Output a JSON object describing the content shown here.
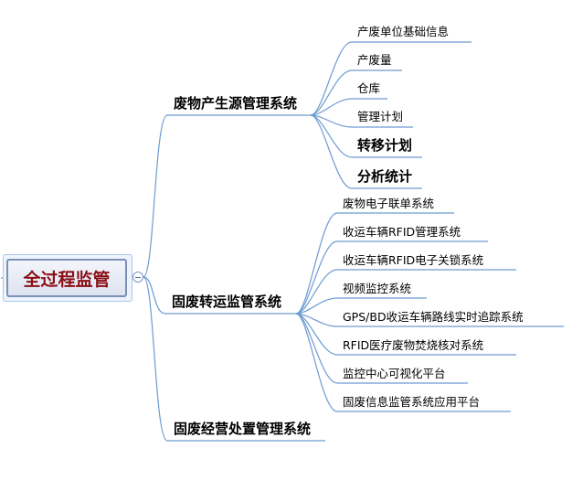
{
  "root": {
    "label": "全过程监管"
  },
  "branches": [
    {
      "label": "废物产生源管理系统",
      "children": [
        "产废单位基础信息",
        "产废量",
        "仓库",
        "管理计划",
        "转移计划",
        "分析统计"
      ]
    },
    {
      "label": "固废转运监管系统",
      "children": [
        "废物电子联单系统",
        "收运车辆RFID管理系统",
        "收运车辆RFID电子关锁系统",
        "视频监控系统",
        "GPS/BD收运车辆路线实时追踪系统",
        "RFID医疗废物焚烧核对系统",
        "监控中心可视化平台",
        "固废信息监管系统应用平台"
      ]
    },
    {
      "label": "固废经营处置管理系统",
      "children": []
    }
  ],
  "colors": {
    "connector": "#6d9bd1",
    "root_text": "#8b0d14"
  }
}
